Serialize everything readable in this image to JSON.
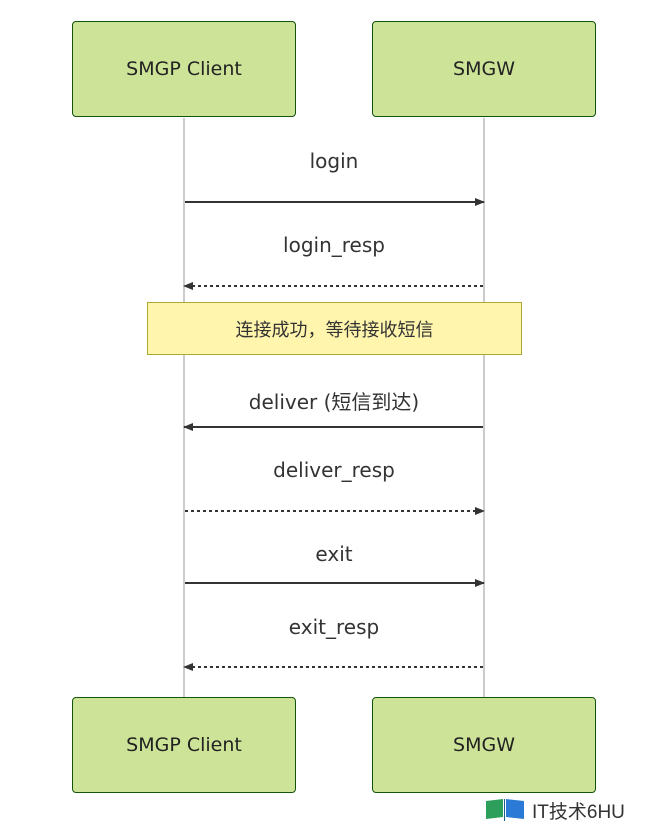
{
  "participants": {
    "client": "SMGP Client",
    "server": "SMGW"
  },
  "messages": [
    {
      "label": "login",
      "direction": "client-to-server",
      "style": "solid"
    },
    {
      "label": "login_resp",
      "direction": "server-to-client",
      "style": "dashed"
    },
    {
      "label": "deliver (短信到达)",
      "direction": "server-to-client",
      "style": "solid"
    },
    {
      "label": "deliver_resp",
      "direction": "client-to-server",
      "style": "dashed"
    },
    {
      "label": "exit",
      "direction": "client-to-server",
      "style": "solid"
    },
    {
      "label": "exit_resp",
      "direction": "server-to-client",
      "style": "dashed"
    }
  ],
  "note": "连接成功，等待接收短信",
  "watermark": "IT技术6HU",
  "colors": {
    "actor_fill": "#cde498",
    "actor_border": "#13540c",
    "note_fill": "#fff5ad",
    "note_border": "#aaaa33",
    "line": "#333333",
    "lifeline": "#999999",
    "logo_green": "#2e9e5b",
    "logo_blue": "#2b7bd6"
  }
}
